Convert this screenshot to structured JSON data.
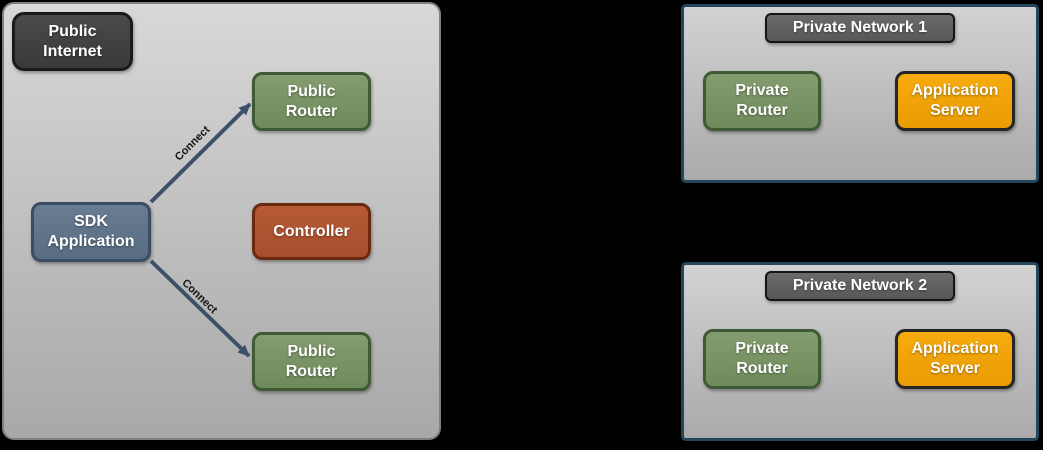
{
  "colors": {
    "background": "#000000",
    "panel_fill_top": "#d8d8d8",
    "panel_fill_bottom": "#a8a8a8",
    "left_panel_border": "#7f7f7f",
    "private_panel_border": "#24465c",
    "node_green_fill": "#7a9466",
    "node_green_border": "#3f5a35",
    "node_slate_fill": "#60748a",
    "node_slate_border": "#3a4d63",
    "node_rust_fill": "#ad5531",
    "node_rust_border": "#6b2a0d",
    "node_orange_fill": "#f2a407",
    "node_orange_border": "#262626",
    "node_dark_fill": "#404040",
    "node_dark_border": "#1a1a1a",
    "header_fill": "#616161",
    "arrow_color": "#3c5068",
    "edge_label_color": "#151515",
    "node_text_color": "#ffffff"
  },
  "public_internet_panel": {
    "label_lines": [
      "Public",
      "Internet"
    ],
    "nodes": {
      "public_router_top": {
        "lines": [
          "Public",
          "Router"
        ]
      },
      "sdk_application": {
        "lines": [
          "SDK",
          "Application"
        ]
      },
      "controller": {
        "lines": [
          "Controller"
        ]
      },
      "public_router_bottom": {
        "lines": [
          "Public",
          "Router"
        ]
      }
    },
    "edges": [
      {
        "label": "Connect",
        "from": "SDK Application",
        "to": "Public Router (top)"
      },
      {
        "label": "Connect",
        "from": "SDK Application",
        "to": "Public Router (bottom)"
      }
    ]
  },
  "private_networks": [
    {
      "title": "Private Network 1",
      "nodes": {
        "private_router": {
          "lines": [
            "Private",
            "Router"
          ]
        },
        "application_server": {
          "lines": [
            "Application",
            "Server"
          ]
        }
      }
    },
    {
      "title": "Private Network 2",
      "nodes": {
        "private_router": {
          "lines": [
            "Private",
            "Router"
          ]
        },
        "application_server": {
          "lines": [
            "Application",
            "Server"
          ]
        }
      }
    }
  ]
}
